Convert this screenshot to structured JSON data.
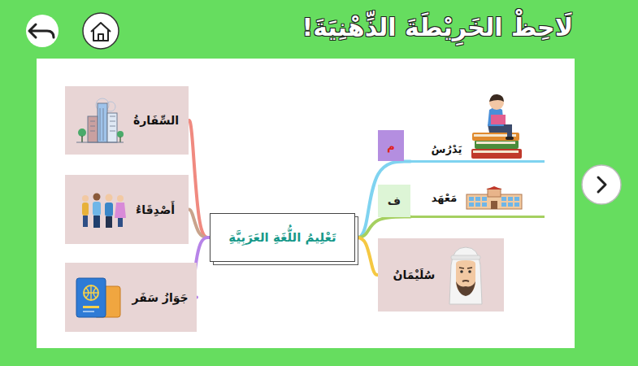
{
  "diagram": {
    "title": "لَاحِظْ الخَرِيْطَةَ الذِّهْنِيَةَ!",
    "nodes": [
      {
        "text": [
          "تَعْلِيمُ اللُّغَةِ العَرَبِيَّةِ"
        ]
      },
      {
        "text": [
          "يَدْرُسُ"
        ]
      },
      {
        "text": [
          "م"
        ]
      },
      {
        "text": [
          "مَعْهَد"
        ]
      },
      {
        "text": [
          "ف"
        ]
      },
      {
        "text": [
          "سُلَيْمَانُ"
        ]
      },
      {
        "text": [
          "السِّفَارةُ"
        ]
      },
      {
        "text": [
          "أَصْدِقَاءُ"
        ]
      },
      {
        "text": [
          "جَوَازُ سَفَر"
        ]
      }
    ],
    "edges": [
      {
        "from": 0,
        "to": 1,
        "arrow": "none"
      },
      {
        "from": 0,
        "to": 3,
        "arrow": "none"
      },
      {
        "from": 0,
        "to": 5,
        "arrow": "none"
      },
      {
        "from": 0,
        "to": 6,
        "arrow": "none"
      },
      {
        "from": 0,
        "to": 7,
        "arrow": "none"
      },
      {
        "from": 0,
        "to": 8,
        "arrow": "none"
      }
    ]
  }
}
